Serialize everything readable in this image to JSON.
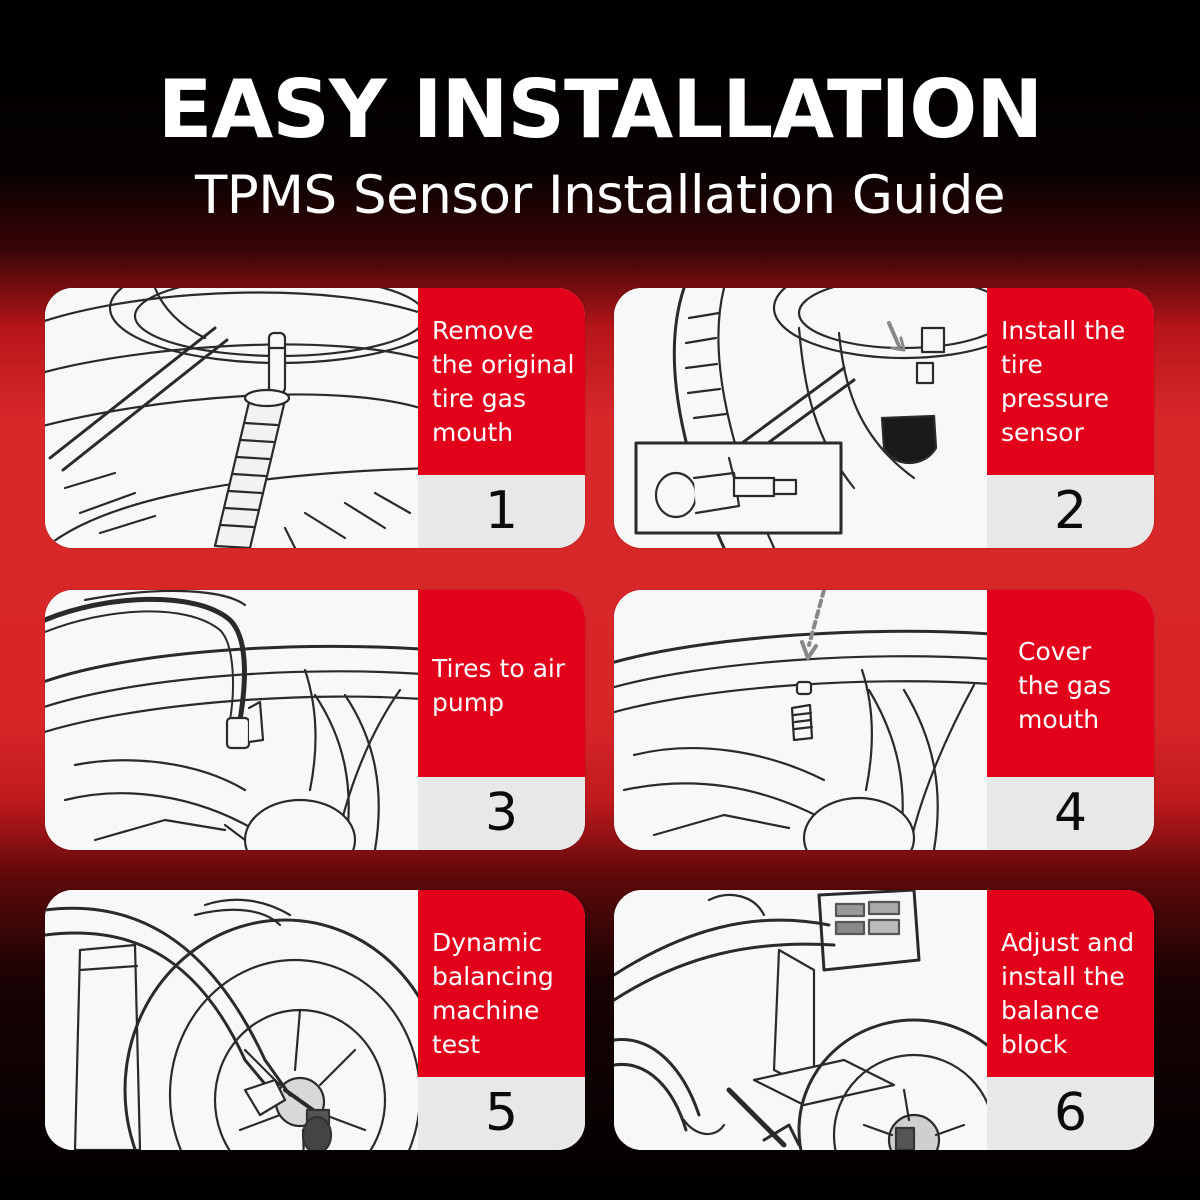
{
  "header": {
    "title": "EASY INSTALLATION",
    "subtitle": "TPMS Sensor Installation Guide"
  },
  "steps": [
    {
      "number": "1",
      "description": "Remove\nthe original\ntire gas\nmouth"
    },
    {
      "number": "2",
      "description": "Install the\ntire\npressure\nsensor"
    },
    {
      "number": "3",
      "description": "Tires to air\npump"
    },
    {
      "number": "4",
      "description": "Cover\nthe gas\nmouth"
    },
    {
      "number": "5",
      "description": "Dynamic\nbalancing\nmachine\ntest"
    },
    {
      "number": "6",
      "description": "Adjust and\ninstall the\nbalance\nblock"
    }
  ],
  "colors": {
    "accent": "#e2001a",
    "number_panel": "#e8e8e8"
  }
}
